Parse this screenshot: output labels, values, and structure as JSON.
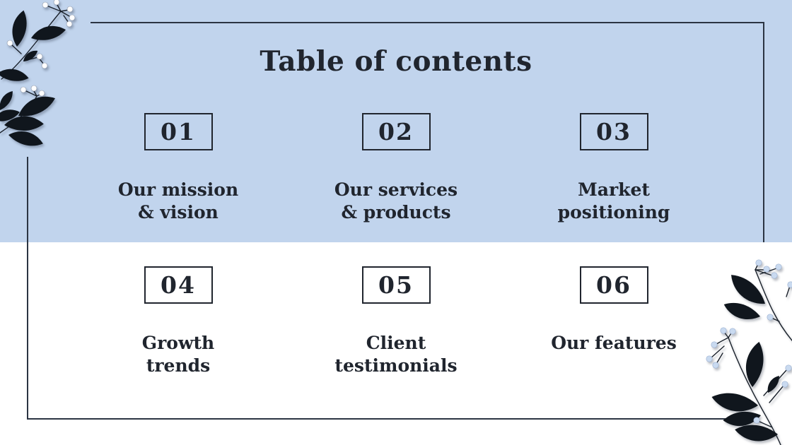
{
  "slide": {
    "title": "Table of contents",
    "items": [
      {
        "number": "01",
        "line1": "Our mission",
        "line2": "& vision"
      },
      {
        "number": "02",
        "line1": "Our services",
        "line2": "& products"
      },
      {
        "number": "03",
        "line1": "Market",
        "line2": "positioning"
      },
      {
        "number": "04",
        "line1": "Growth",
        "line2": "trends"
      },
      {
        "number": "05",
        "line1": "Client",
        "line2": "testimonials"
      },
      {
        "number": "06",
        "line1": "Our features",
        "line2": ""
      }
    ],
    "colors": {
      "band_blue": "#c1d4ed",
      "text_dark": "#20252e",
      "frame_dark": "#2b3442",
      "berry_blue": "#c9daf0",
      "berry_white": "#ffffff"
    }
  }
}
